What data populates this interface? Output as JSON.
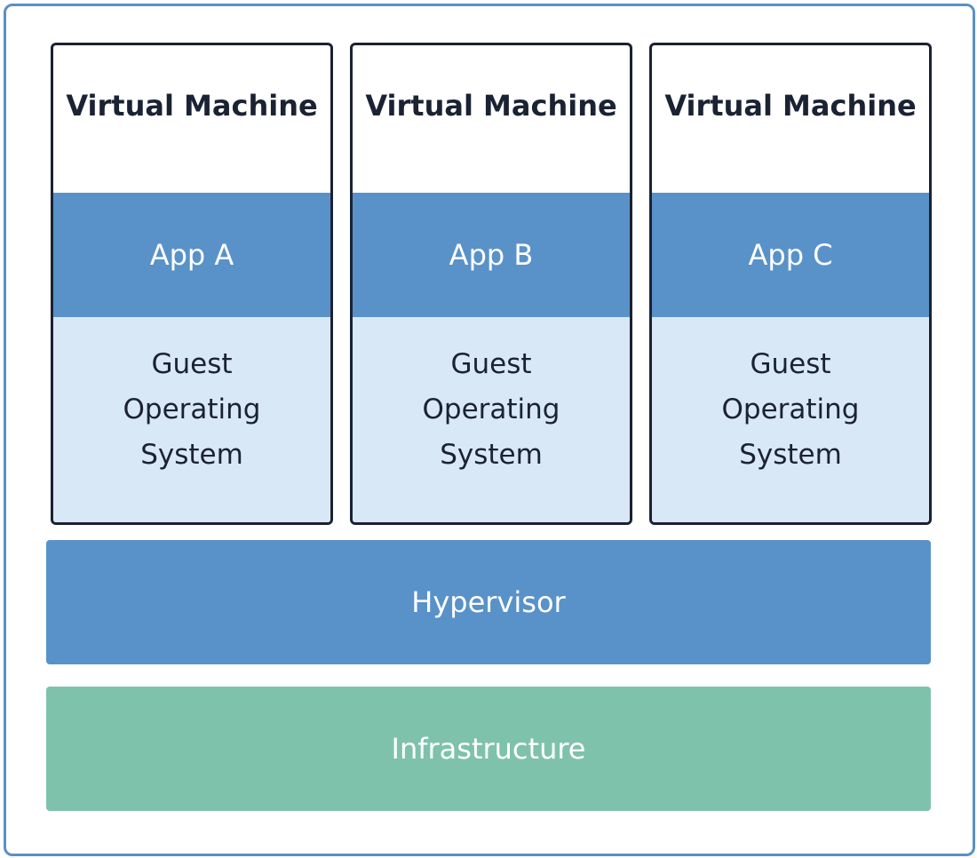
{
  "virtual_machines": [
    {
      "title": "Virtual Machine",
      "app": "App A",
      "os": "Guest\nOperating\nSystem"
    },
    {
      "title": "Virtual Machine",
      "app": "App B",
      "os": "Guest\nOperating\nSystem"
    },
    {
      "title": "Virtual Machine",
      "app": "App C",
      "os": "Guest\nOperating\nSystem"
    }
  ],
  "layers": {
    "hypervisor": "Hypervisor",
    "infrastructure": "Infrastructure"
  },
  "colors": {
    "frame_border": "#5b8fc8",
    "vm_border": "#1a2233",
    "app_fill": "#5992c9",
    "os_fill": "#d9e8f7",
    "hypervisor_fill": "#5992c9",
    "infrastructure_fill": "#7fc2ac",
    "text_dark": "#1a2233",
    "text_light": "#ffffff"
  }
}
